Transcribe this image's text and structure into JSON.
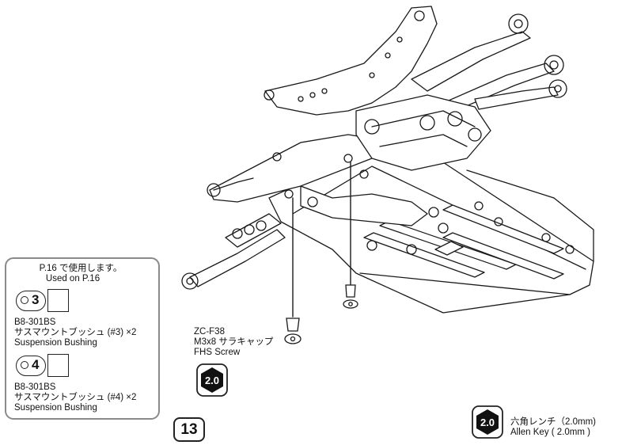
{
  "parts_box": {
    "page_ref_jp": "P.16 で使用します。",
    "page_ref_en": "Used on P.16",
    "bushings": [
      {
        "number": "3",
        "part_no": "B8-301BS",
        "name_jp": "サスマウントブッシュ (#3) ×2",
        "name_en": "Suspension Bushing"
      },
      {
        "number": "4",
        "part_no": "B8-301BS",
        "name_jp": "サスマウントブッシュ (#4) ×2",
        "name_en": "Suspension Bushing"
      }
    ]
  },
  "screw": {
    "part_no": "ZC-F38",
    "name_jp": "M3x8 サラキャップ",
    "name_en": "FHS Screw",
    "tool_size": "2.0"
  },
  "step": {
    "number": "13"
  },
  "tool_legend": {
    "size": "2.0",
    "name_jp": "六角レンチ（2.0mm)",
    "name_en": "Allen Key ( 2.0mm )"
  },
  "icons": [
    "bushing-3-icon",
    "bushing-4-icon",
    "hex-key-icon",
    "flat-head-screw-icon",
    "chassis-assembly-drawing"
  ]
}
